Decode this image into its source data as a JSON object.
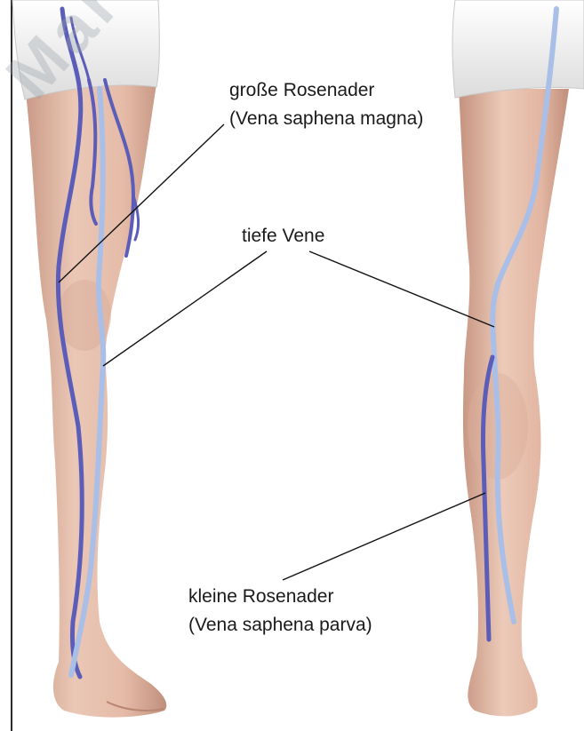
{
  "labels": {
    "great_saphenous_line1": "große Rosenader",
    "great_saphenous_line2": "(Vena saphena magna)",
    "deep_vein": "tiefe Vene",
    "small_saphenous_line1": "kleine Rosenader",
    "small_saphenous_line2": "(Vena saphena parva)"
  },
  "watermark_text": "Marian Hei",
  "colors": {
    "skin": "#e9c3b1",
    "skin_shadow": "#c99a86",
    "shorts": "#f4f4f4",
    "superficial_vein": "#5b5db8",
    "deep_vein": "#a9bfe8",
    "leader_line": "#111111"
  }
}
